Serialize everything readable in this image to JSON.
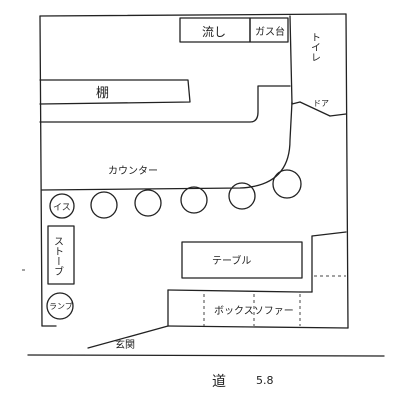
{
  "labels": {
    "sink": "流し",
    "gas": "ガス台",
    "toilet": "トイレ",
    "door": "ドア",
    "shelf": "棚",
    "counter": "カウンター",
    "chair": "イス",
    "stove": "ストーブ",
    "lamp": "ランプ",
    "table": "テーブル",
    "box_sofa": "ボックスソファー",
    "entrance": "玄関",
    "road": "道",
    "approx": "5.8"
  }
}
